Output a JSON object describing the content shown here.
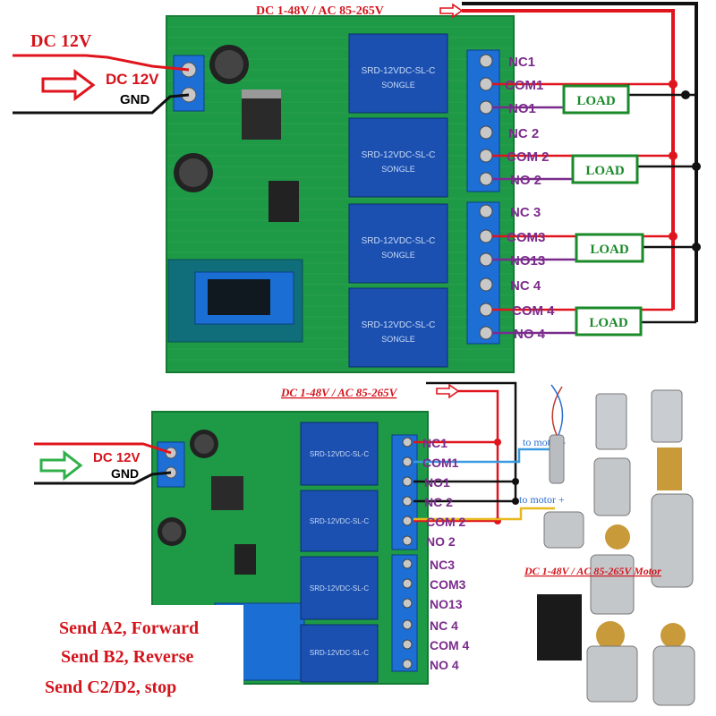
{
  "top": {
    "supply_label": "DC 12V",
    "input_terminal": "DC 12V",
    "gnd": "GND",
    "load_supply": "DC 1-48V / AC 85-265V",
    "relay_model": "SRD-12VDC-SL-C",
    "relay_brand": "SONGLE",
    "terminals": [
      "NC1",
      "COM1",
      "NO1",
      "NC 2",
      "COM 2",
      "NO 2",
      "NC 3",
      "COM3",
      "NO13",
      "NC 4",
      "COM 4",
      "NO 4"
    ],
    "load": "LOAD"
  },
  "bottom": {
    "load_supply": "DC 1-48V / AC 85-265V",
    "supply_label": "DC 12V",
    "gnd": "GND",
    "relay_model": "SRD-12VDC-SL-C",
    "terminals": [
      "NC1",
      "COM1",
      "NO1",
      "NC 2",
      "COM 2",
      "NO 2",
      "NC3",
      "COM3",
      "NO13",
      "NC 4",
      "COM 4",
      "NO 4"
    ],
    "motor_minus": "to motor -",
    "motor_plus": "to motor +",
    "motor_caption": "DC 1-48V / AC 85-265V Motor",
    "commands": [
      "Send A2, Forward",
      "Send B2, Reverse",
      "Send C2/D2, stop"
    ]
  },
  "colors": {
    "pcb": "#1e9a46",
    "relay": "#1b4fb0",
    "terminal_block": "#1d6fd6",
    "wire_red": "#e0141c",
    "wire_black": "#111111",
    "wire_blue": "#3a9be0",
    "wire_yellow": "#e8b81c",
    "text_red": "#d4141c",
    "text_purple": "#7a2c8c",
    "load_green": "#1b8a2a"
  },
  "icons": [
    "arrow-right-red-icon",
    "arrow-right-green-icon",
    "arrow-right-red-outline-icon",
    "motor-icon",
    "capacitor-icon"
  ]
}
